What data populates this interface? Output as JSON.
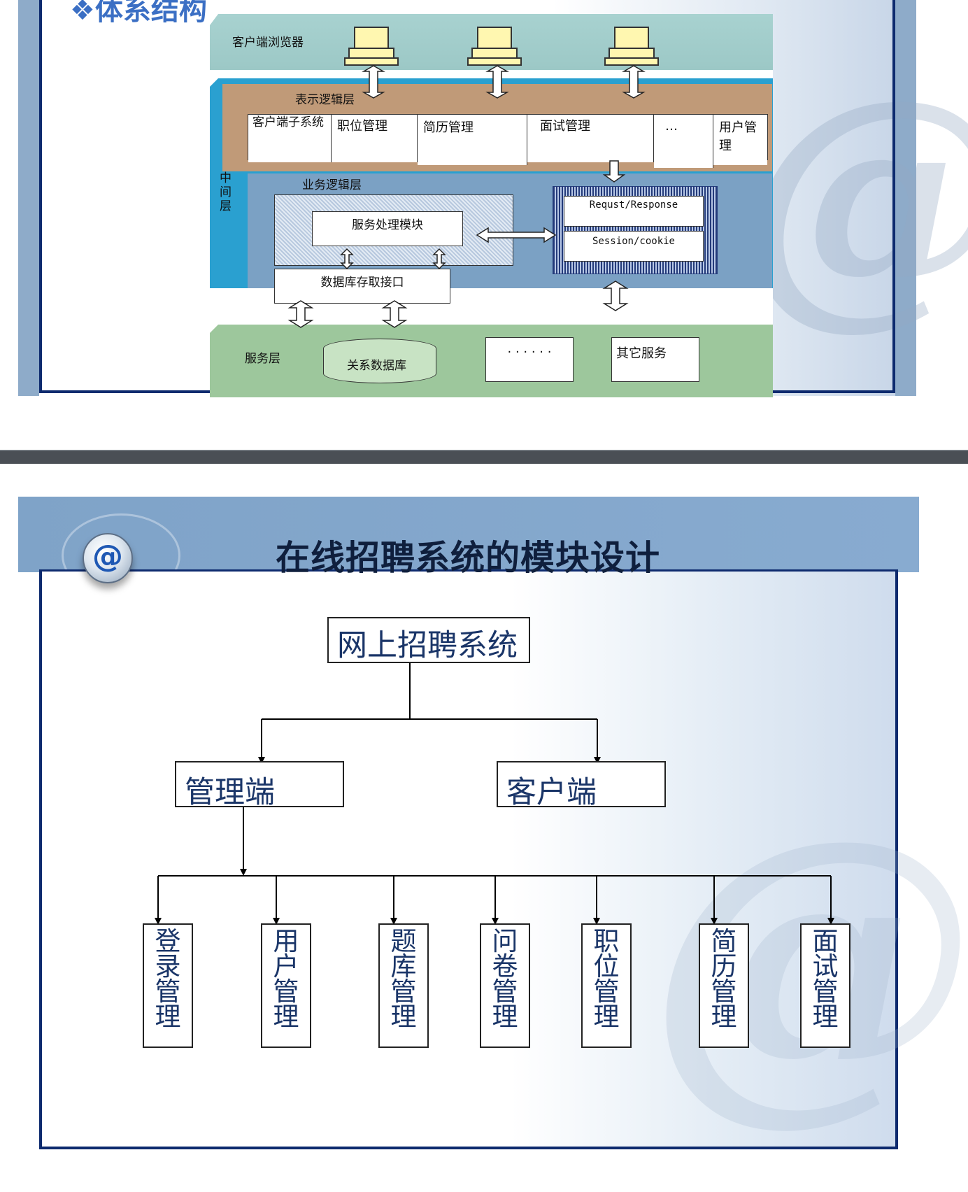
{
  "architecture_slide": {
    "heading": "❖体系结构",
    "client_layer": {
      "label": "客户端浏览器",
      "pc_icon": "desktop-computer-icon"
    },
    "middle_layer": {
      "label": "中间层"
    },
    "presentation_layer": {
      "label": "表示逻辑层",
      "modules": [
        "客户端子系统",
        "职位管理",
        "简历管理",
        "面试管理",
        "…",
        "用户管理"
      ]
    },
    "business_layer": {
      "label": "业务逻辑层",
      "service_module": "服务处理模块",
      "protocol_boxes": [
        "Requst/Response",
        "Session/cookie"
      ]
    },
    "data_access": {
      "label": "数据库存取接口"
    },
    "service_layer": {
      "label": "服务层",
      "database": "关系数据库",
      "ellipsis_box": "· · · · · ·",
      "other_service": "其它服务"
    }
  },
  "module_slide": {
    "title": "在线招聘系统的模块设计",
    "badge_symbol": "@",
    "root": "网上招聘系统",
    "branches": [
      "管理端",
      "客户端"
    ],
    "admin_modules": [
      "登录管理",
      "用户管理",
      "题库管理",
      "问卷管理",
      "职位管理",
      "简历管理",
      "面试管理"
    ]
  },
  "colors": {
    "frame_navy": "#0d2a6e",
    "title_band": "#7fa3c8",
    "node_text": "#1a3568",
    "client_layer": "#9cc8c6",
    "middle_layer": "#2aa0d0",
    "presentation_layer": "#c09a78",
    "business_layer": "#7ba1c4",
    "service_layer": "#9dc79c"
  }
}
